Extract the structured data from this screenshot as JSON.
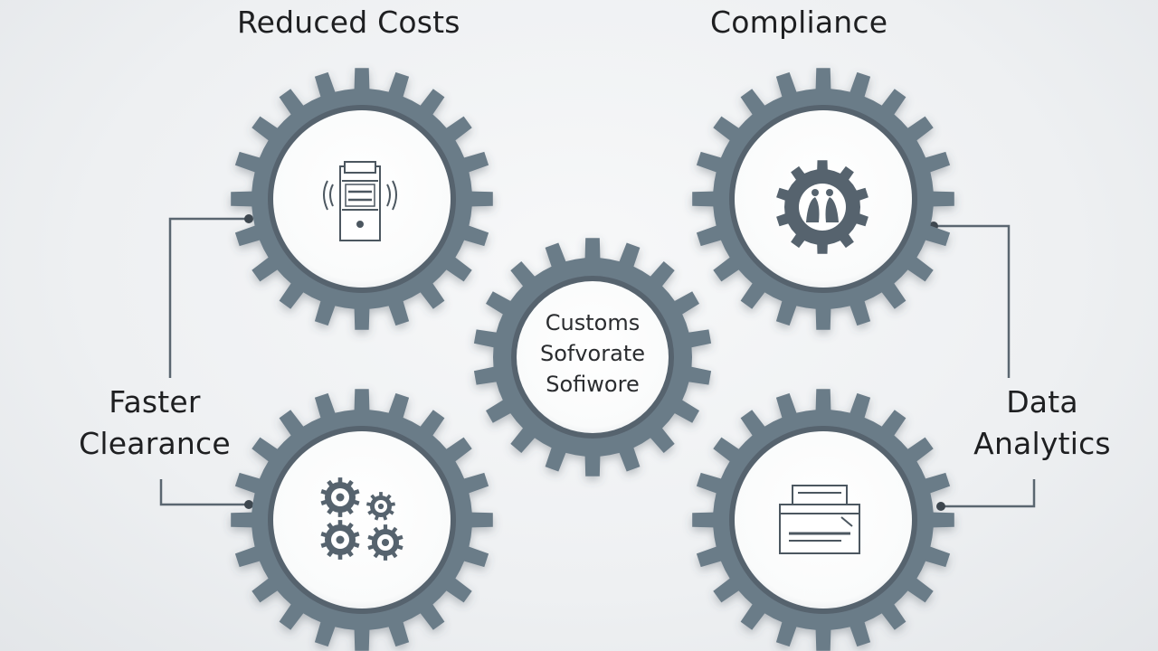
{
  "labels": {
    "reduced_costs": "Reduced Costs",
    "compliance": "Compliance",
    "faster_line1": "Faster",
    "faster_line2": "Clearance",
    "data_line1": "Data",
    "data_line2": "Analytics"
  },
  "center": {
    "line1": "Customs",
    "line2": "Sofvorate",
    "line3": "Sofiwore"
  },
  "colors": {
    "gear": "#6b7b88",
    "gear_dark": "#56636e",
    "hub": "#ffffff",
    "connector": "#5a6670",
    "text": "#1e1f21"
  },
  "icons": {
    "reduced_costs": "document-stack-icon",
    "compliance": "gear-figures-icon",
    "faster_clearance": "cogs-cluster-icon",
    "data_analytics": "folder-document-icon"
  }
}
